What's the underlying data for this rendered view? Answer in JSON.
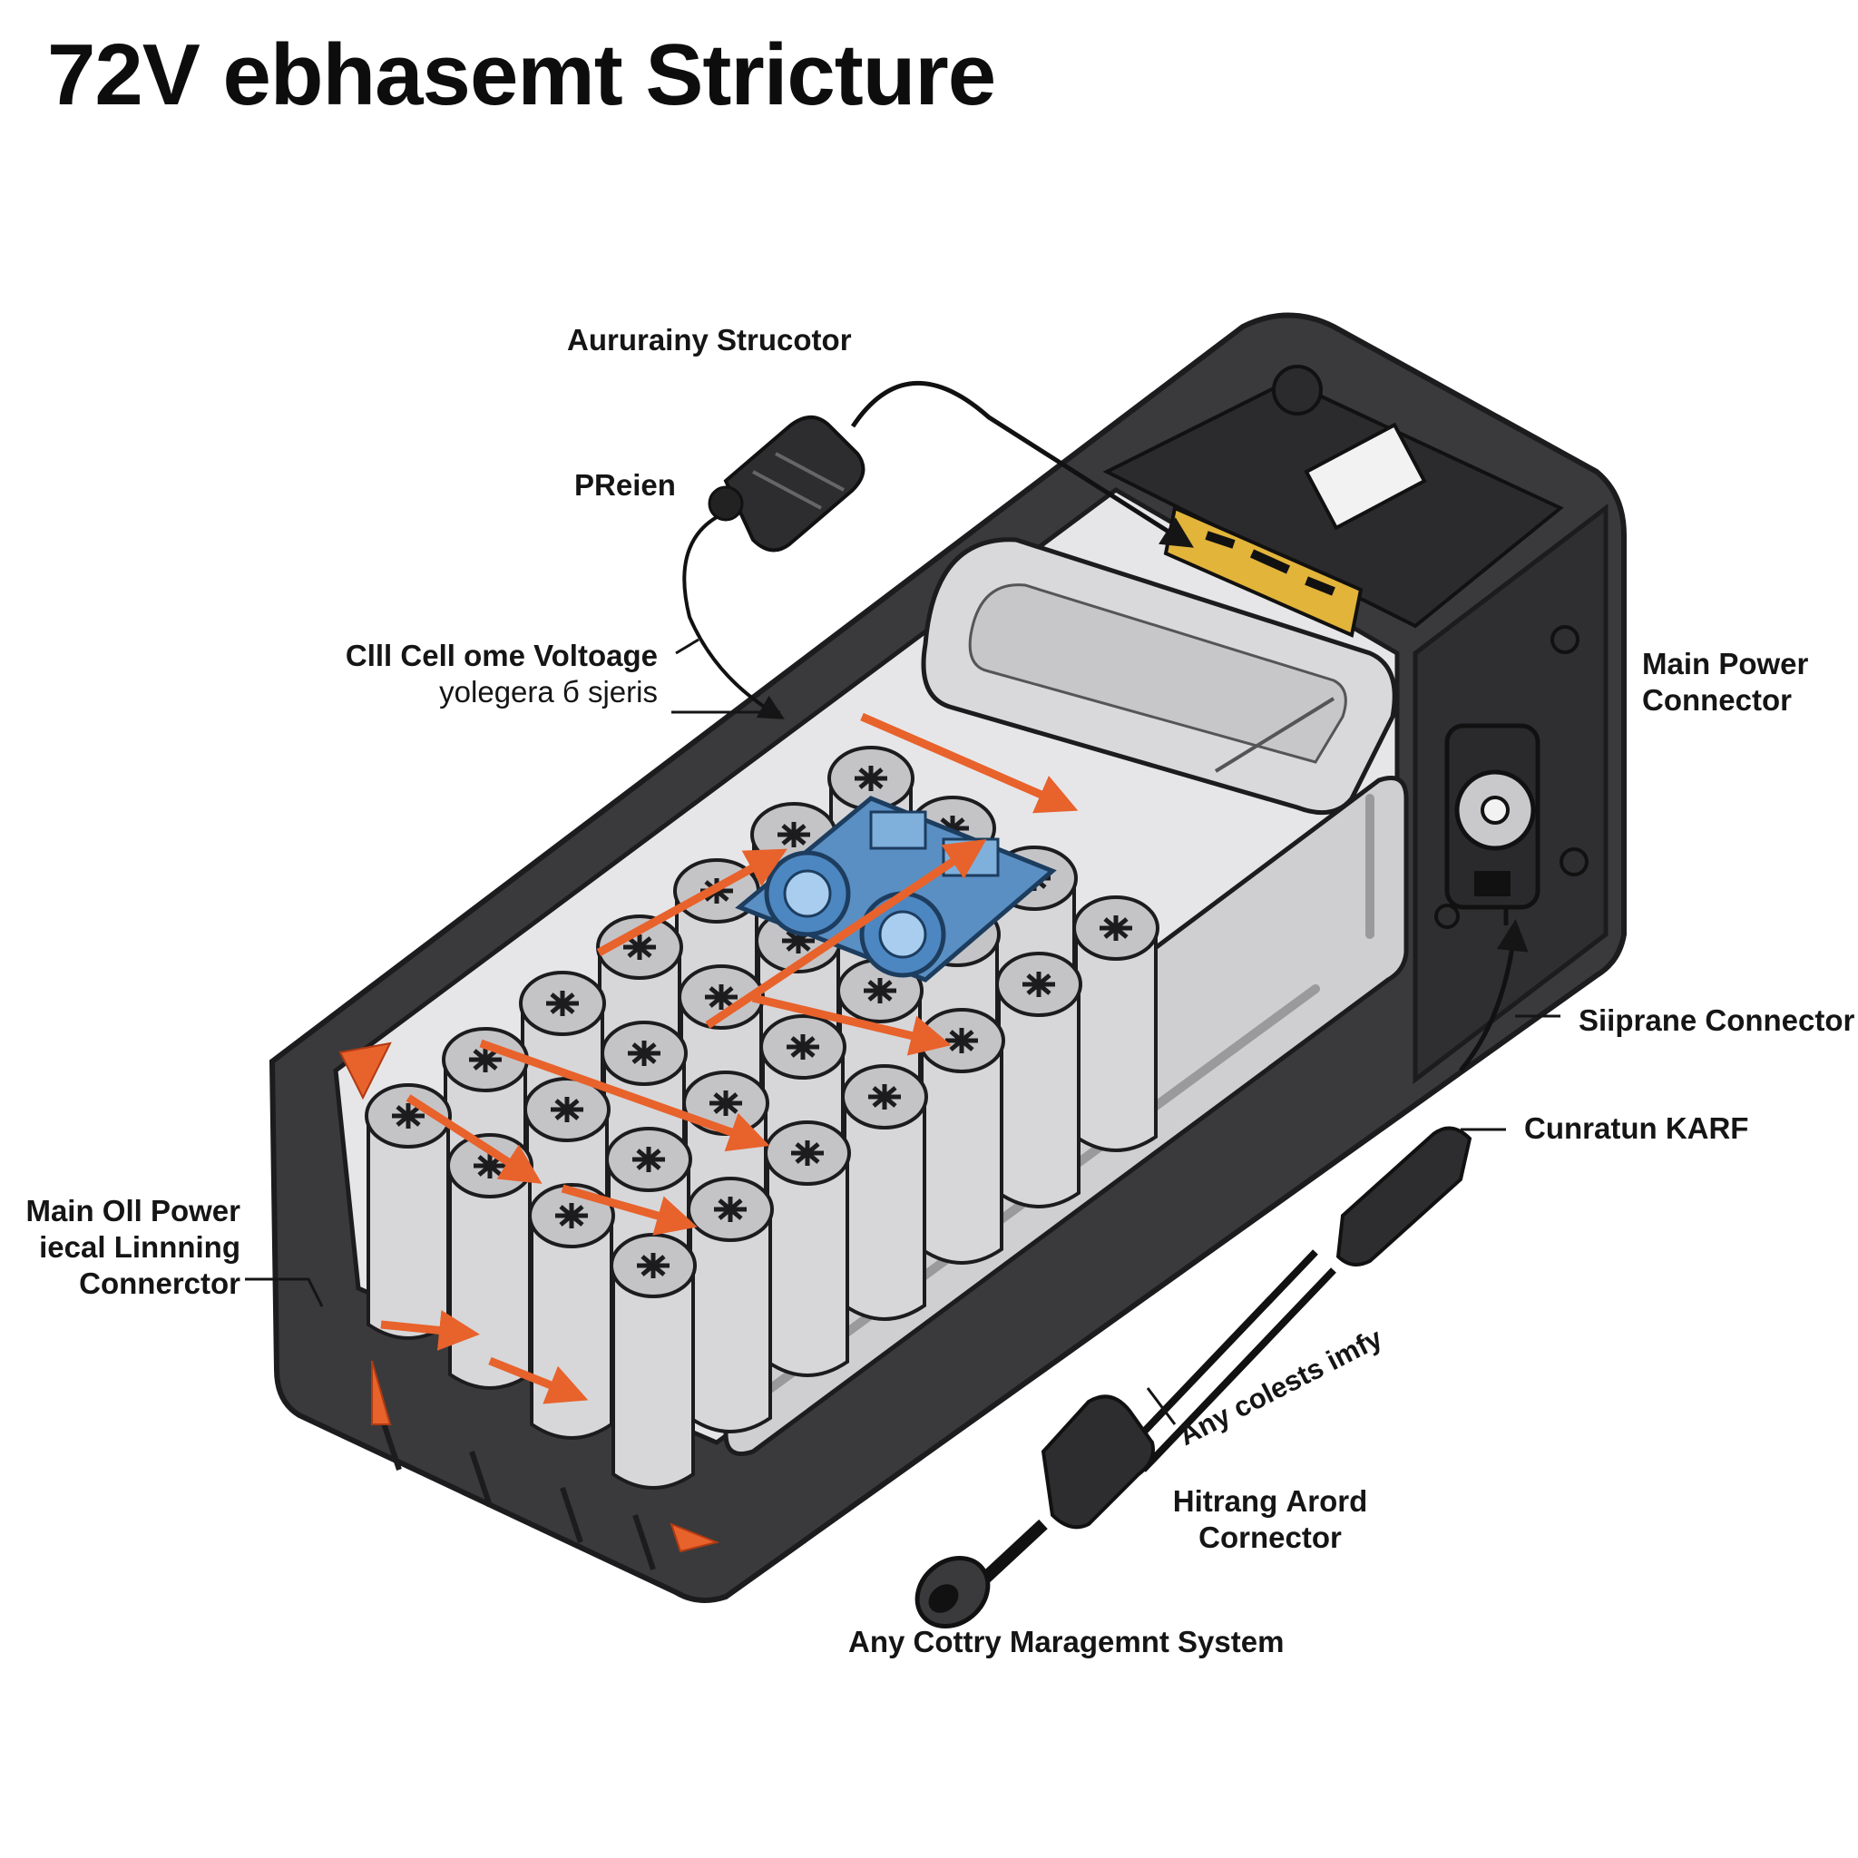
{
  "title": "72V ebhasemt Stricture",
  "labels": {
    "auxiliary": "Aururainy Strucotor",
    "prelen": "PReien",
    "cell_voltage_1": "Clll Cell ome Voltoage",
    "cell_voltage_2": "yolegera б sjeris",
    "main_power_1": "Main Power",
    "main_power_2": "Connector",
    "siprane": "Siiprane Connector",
    "curratun": "Cunratun KАRF",
    "main_off_1": "Main Oll Power",
    "main_off_2": "iecal Linnning",
    "main_off_3": "Connerctor",
    "any_colects": "Any colests imfy",
    "hitrang_1": "Hitrang Аrord",
    "hitrang_2": "Cornector",
    "bms": "Any Cottry Maragemnt System"
  },
  "colors": {
    "case": "#3a3a3c",
    "case_edge": "#1c1c1e",
    "cell": "#d7d7d9",
    "cell_top": "#c4c4c7",
    "bms_board": "#5a8fc4",
    "flow_arrow": "#e8622c",
    "warning_label": "#e2b43a",
    "panel": "#cfcfd1"
  },
  "icons": {
    "cell_terminal": "cell-terminal-icon",
    "warning_label": "warning-label-icon"
  }
}
